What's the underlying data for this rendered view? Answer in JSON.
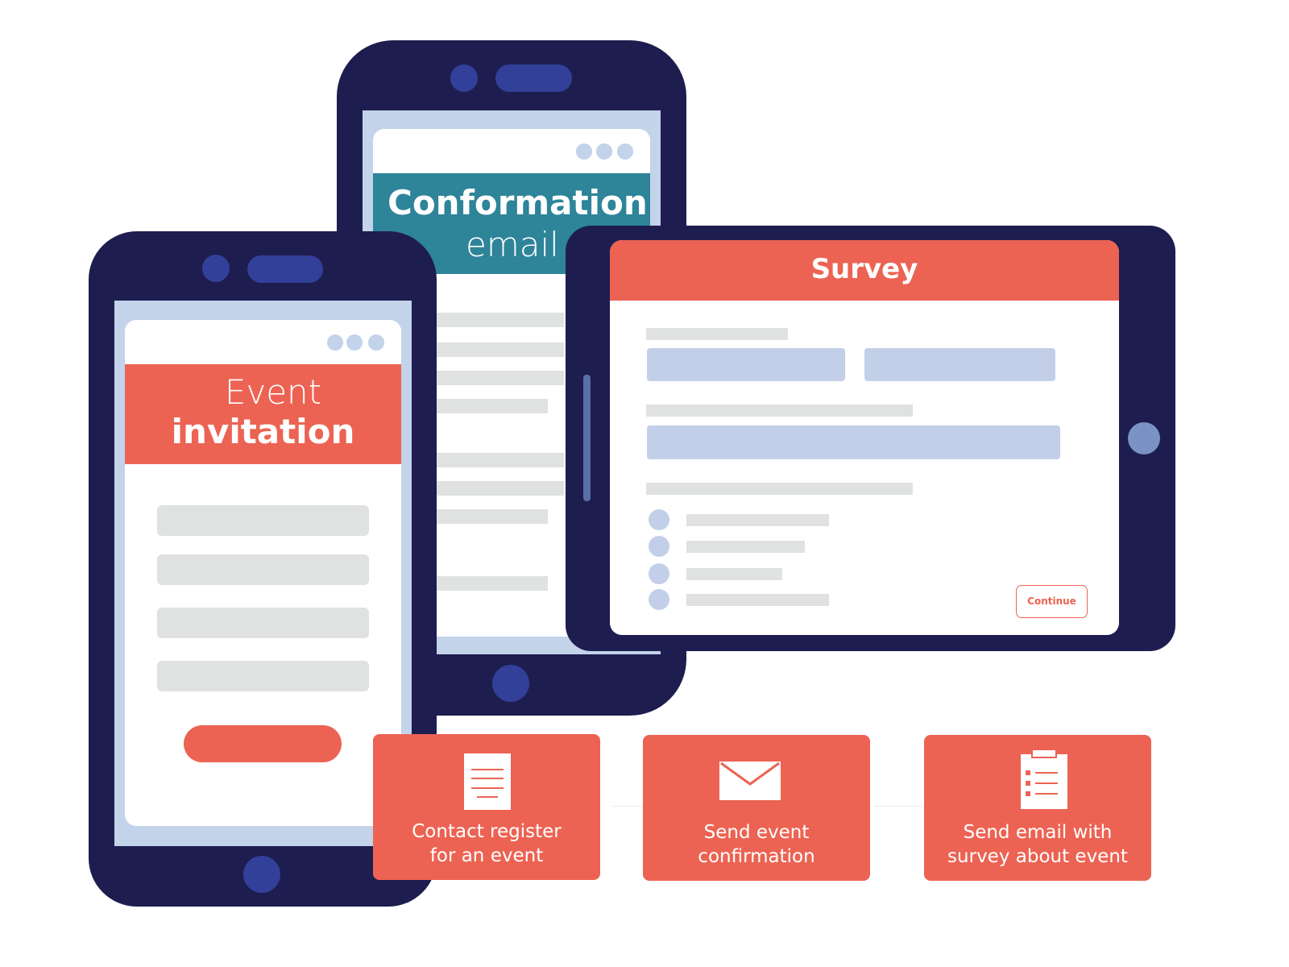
{
  "colors": {
    "navy": "#1e1d4f",
    "accent_red": "#ec6353",
    "teal": "#2e8499",
    "button_blue": "#32409a"
  },
  "confirmation_phone": {
    "title_bold": "Conformation",
    "title_light": "email"
  },
  "invitation_phone": {
    "title_light": "Event",
    "title_bold": "invitation"
  },
  "survey_tablet": {
    "title": "Survey",
    "continue_label": "Continue"
  },
  "steps": [
    {
      "icon": "document-icon",
      "label": "Contact register for an event"
    },
    {
      "icon": "envelope-icon",
      "label": "Send event confirmation"
    },
    {
      "icon": "clipboard-checklist-icon",
      "label": "Send email with survey about event"
    }
  ]
}
